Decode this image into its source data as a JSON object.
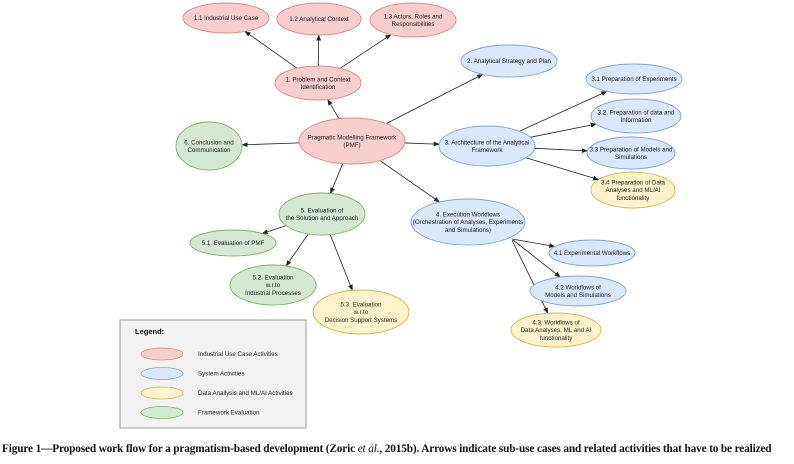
{
  "palette": {
    "industrial": {
      "fill": "#f8cecc",
      "stroke": "#d98a88"
    },
    "system": {
      "fill": "#dae8fc",
      "stroke": "#7ea6d6"
    },
    "data_ml": {
      "fill": "#fff2cc",
      "stroke": "#d9b44a"
    },
    "evaluation": {
      "fill": "#d5e8d4",
      "stroke": "#82b366"
    },
    "edge": "#222222"
  },
  "nodes": [
    {
      "id": "pmf",
      "category": "industrial",
      "lines": [
        "Pragmatic Modelling Framework",
        "(PMF)"
      ]
    },
    {
      "id": "n1",
      "category": "industrial",
      "lines": [
        "1. Problem and Context",
        "Identification"
      ]
    },
    {
      "id": "n1_1",
      "category": "industrial",
      "lines": [
        "1.1 Industrial Use Case"
      ]
    },
    {
      "id": "n1_2",
      "category": "industrial",
      "lines": [
        "1.2 Analytical Context"
      ]
    },
    {
      "id": "n1_3",
      "category": "industrial",
      "lines": [
        "1.3 Actors, Roles and",
        "Responsibilities"
      ]
    },
    {
      "id": "n2",
      "category": "system",
      "lines": [
        "2. Analytical Strategy and Plan"
      ]
    },
    {
      "id": "n3",
      "category": "system",
      "lines": [
        "3. Architecture of the Analytical",
        "Framework"
      ]
    },
    {
      "id": "n3_1",
      "category": "system",
      "lines": [
        "3.1 Preparation of Experiments"
      ]
    },
    {
      "id": "n3_2",
      "category": "system",
      "lines": [
        "3.2. Preparation of data and",
        "Information"
      ]
    },
    {
      "id": "n3_3",
      "category": "system",
      "lines": [
        "3.3 Preparation of Models and",
        "Simulations"
      ]
    },
    {
      "id": "n3_4",
      "category": "data_ml",
      "lines": [
        "3.4 Preparation of Data",
        "Analyses and ML/AI",
        "functionality"
      ]
    },
    {
      "id": "n4",
      "category": "system",
      "lines": [
        "4. Execution Workflows",
        "(Orchestration of Analyses, Experiments",
        "and Simulations)"
      ]
    },
    {
      "id": "n4_1",
      "category": "system",
      "lines": [
        "4.1 Experimental Workflows"
      ]
    },
    {
      "id": "n4_2",
      "category": "system",
      "lines": [
        "4.2 Workflows of",
        "Models and Simulations"
      ]
    },
    {
      "id": "n4_3",
      "category": "data_ml",
      "lines": [
        "4.3. Workflows of",
        "Data Analyses, ML and AI",
        "functionality"
      ]
    },
    {
      "id": "n5",
      "category": "evaluation",
      "lines": [
        "5. Evaluation of",
        "the Solution and Approach"
      ]
    },
    {
      "id": "n5_1",
      "category": "evaluation",
      "lines": [
        "5.1. Evaluation of PMF"
      ]
    },
    {
      "id": "n5_2",
      "category": "evaluation",
      "lines": [
        "5.2. Evaluation",
        "w.r.to",
        "Industrial Processes"
      ]
    },
    {
      "id": "n5_3",
      "category": "data_ml",
      "lines": [
        "5.3. Evaluation",
        "w.r.to",
        "Decision Support Systems"
      ]
    },
    {
      "id": "n6",
      "category": "evaluation",
      "lines": [
        "6. Conclusion and",
        "Communication"
      ]
    }
  ],
  "edges": [
    {
      "from": "pmf",
      "to": "n1"
    },
    {
      "from": "n1",
      "to": "n1_1"
    },
    {
      "from": "n1",
      "to": "n1_2"
    },
    {
      "from": "n1",
      "to": "n1_3"
    },
    {
      "from": "pmf",
      "to": "n2"
    },
    {
      "from": "pmf",
      "to": "n3"
    },
    {
      "from": "n3",
      "to": "n3_1"
    },
    {
      "from": "n3",
      "to": "n3_2"
    },
    {
      "from": "n3",
      "to": "n3_3"
    },
    {
      "from": "n3",
      "to": "n3_4"
    },
    {
      "from": "pmf",
      "to": "n4"
    },
    {
      "from": "n4",
      "to": "n4_1"
    },
    {
      "from": "n4",
      "to": "n4_2"
    },
    {
      "from": "n4",
      "to": "n4_3"
    },
    {
      "from": "pmf",
      "to": "n5"
    },
    {
      "from": "n5",
      "to": "n5_1"
    },
    {
      "from": "n5",
      "to": "n5_2"
    },
    {
      "from": "n5",
      "to": "n5_3"
    },
    {
      "from": "pmf",
      "to": "n6"
    }
  ],
  "legend": {
    "title": "Legend:",
    "items": [
      {
        "category": "industrial",
        "label": "Industrial Use Case Activities"
      },
      {
        "category": "system",
        "label": "System Activities"
      },
      {
        "category": "data_ml",
        "label": "Data Anallysis and ML/AI Activities"
      },
      {
        "category": "evaluation",
        "label": "Framework Evaluation"
      }
    ]
  },
  "caption": {
    "prefix": "Figure 1—Proposed work flow for a pragmatism-based development (Zoric ",
    "italic": "et al.",
    "suffix": ", 2015b). Arrows indicate sub-use cases and related activities that have to be realized"
  }
}
